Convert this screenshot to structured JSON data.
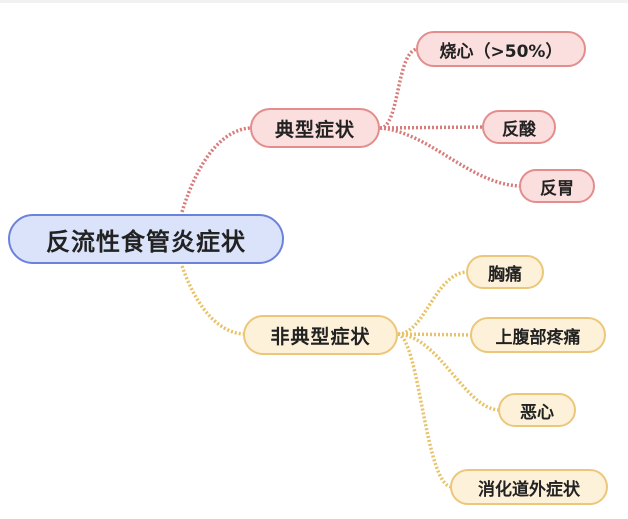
{
  "root": {
    "label": "反流性食管炎症状"
  },
  "branches": [
    {
      "label": "典型症状",
      "color": "#d77b7b",
      "children": [
        {
          "label": "烧心（>50%）"
        },
        {
          "label": "反酸"
        },
        {
          "label": "反胃"
        }
      ]
    },
    {
      "label": "非典型症状",
      "color": "#e8c266",
      "children": [
        {
          "label": "胸痛"
        },
        {
          "label": "上腹部疼痛"
        },
        {
          "label": "恶心"
        },
        {
          "label": "消化道外症状"
        }
      ]
    }
  ]
}
